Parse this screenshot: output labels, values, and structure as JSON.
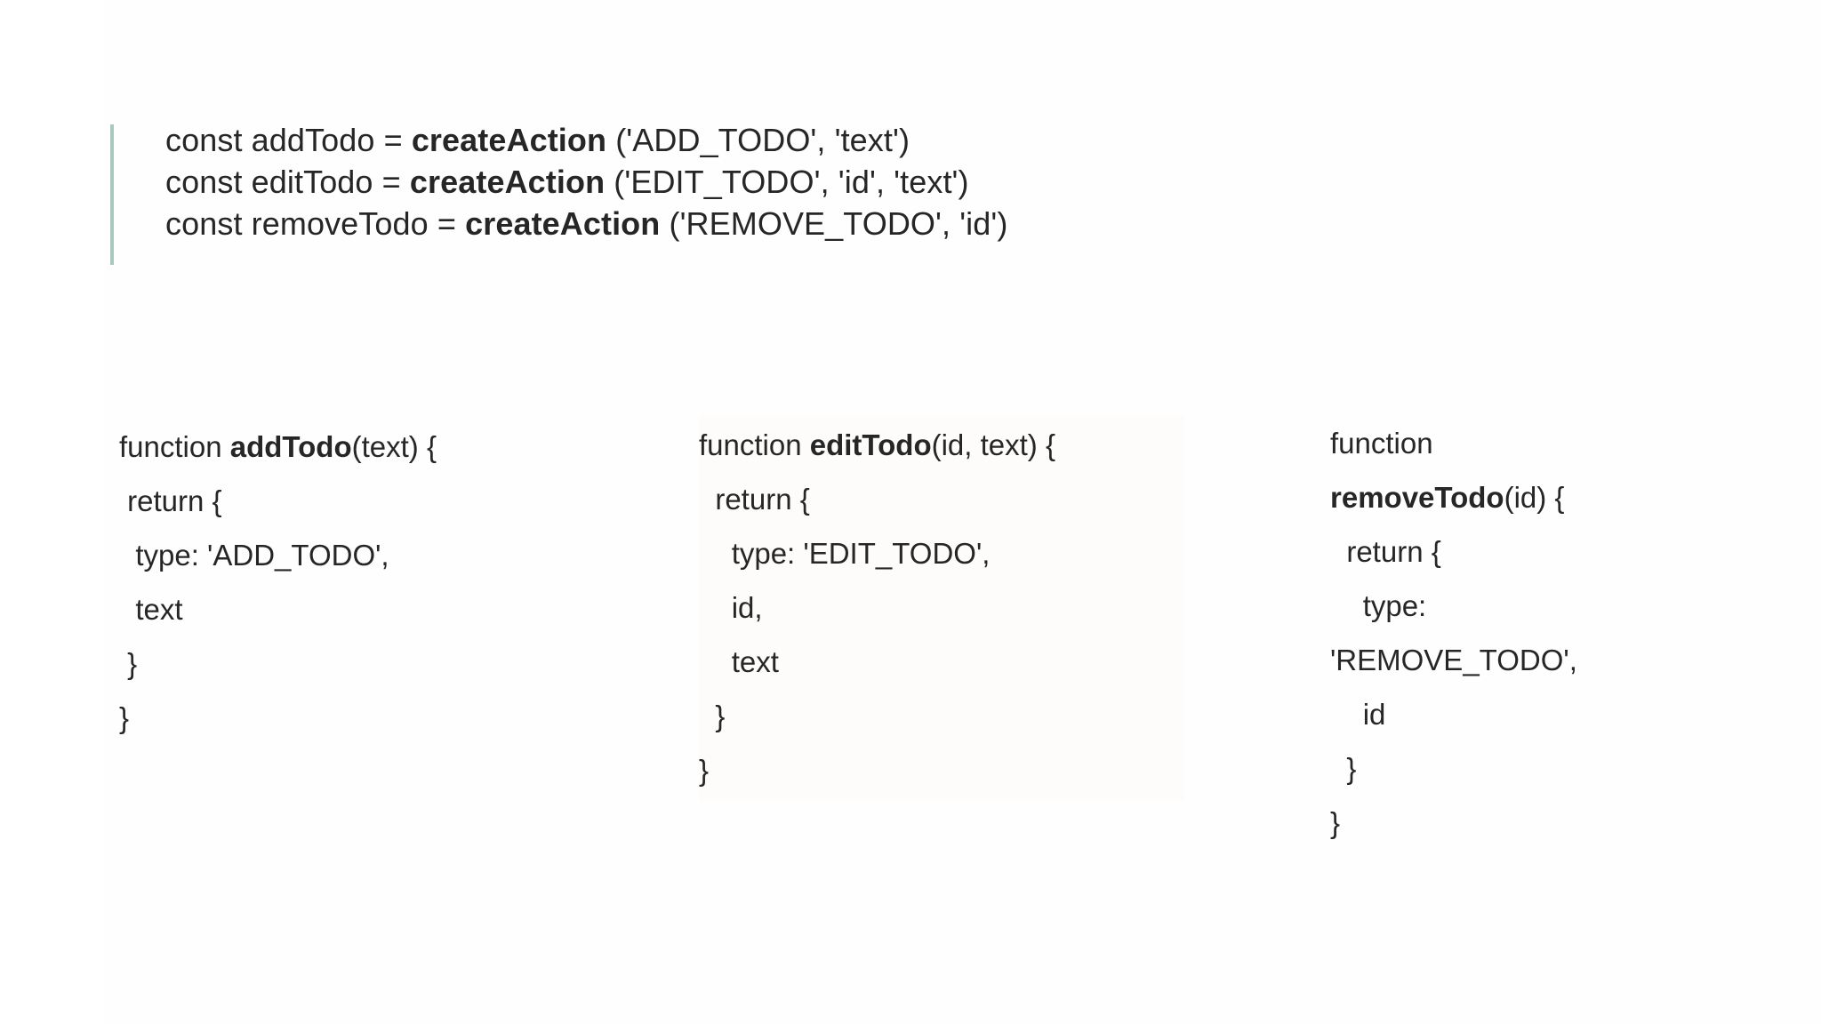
{
  "slide": {
    "background_color": "#ffffff",
    "panel_color": "#fefefe",
    "text_color": "#262626",
    "accent_color": "#a9c9bd",
    "highlight_color": "#fdfcfa"
  },
  "callout": {
    "lines": [
      {
        "prefix": "const addTodo = ",
        "fn": "createAction",
        "suffix": " ('ADD_TODO', 'text')"
      },
      {
        "prefix": "const editTodo = ",
        "fn": "createAction",
        "suffix": " ('EDIT_TODO', 'id', 'text')"
      },
      {
        "prefix": "const removeTodo = ",
        "fn": "createAction",
        "suffix": " ('REMOVE_TODO', 'id')"
      }
    ],
    "line_1": "const addTodo = ",
    "line_1_fn": "createAction",
    "line_1_tail": " ('ADD_TODO', 'text')",
    "line_2": "const editTodo = ",
    "line_2_fn": "createAction",
    "line_2_tail": " ('EDIT_TODO', 'id', 'text')",
    "line_3": "const removeTodo = ",
    "line_3_fn": "createAction",
    "line_3_tail": " ('REMOVE_TODO', 'id')"
  },
  "columns": [
    {
      "name": "addTodo",
      "head_prefix": "function ",
      "head_fn": "addTodo",
      "head_suffix": "(text) {",
      "body": [
        " return {",
        "  type: 'ADD_TODO',",
        "  text",
        " }",
        "}"
      ],
      "body_text": " return {\n  type: 'ADD_TODO',\n  text\n }\n}"
    },
    {
      "name": "editTodo",
      "head_prefix": "function ",
      "head_fn": "editTodo",
      "head_suffix": "(id, text) {",
      "body": [
        "  return {",
        "    type: 'EDIT_TODO',",
        "    id,",
        "    text",
        "  }",
        "}"
      ],
      "body_text": "  return {\n    type: 'EDIT_TODO',\n    id,\n    text\n  }\n}"
    },
    {
      "name": "removeTodo",
      "head_prefix": "function ",
      "head_fn": "removeTodo",
      "head_suffix": "(id) {",
      "body": [
        "  return {",
        "    type: 'REMOVE_TODO',",
        "    id",
        "  }",
        "}"
      ],
      "body_text": "  return {\n    type: 'REMOVE_TODO',\n    id\n  }\n}"
    }
  ]
}
